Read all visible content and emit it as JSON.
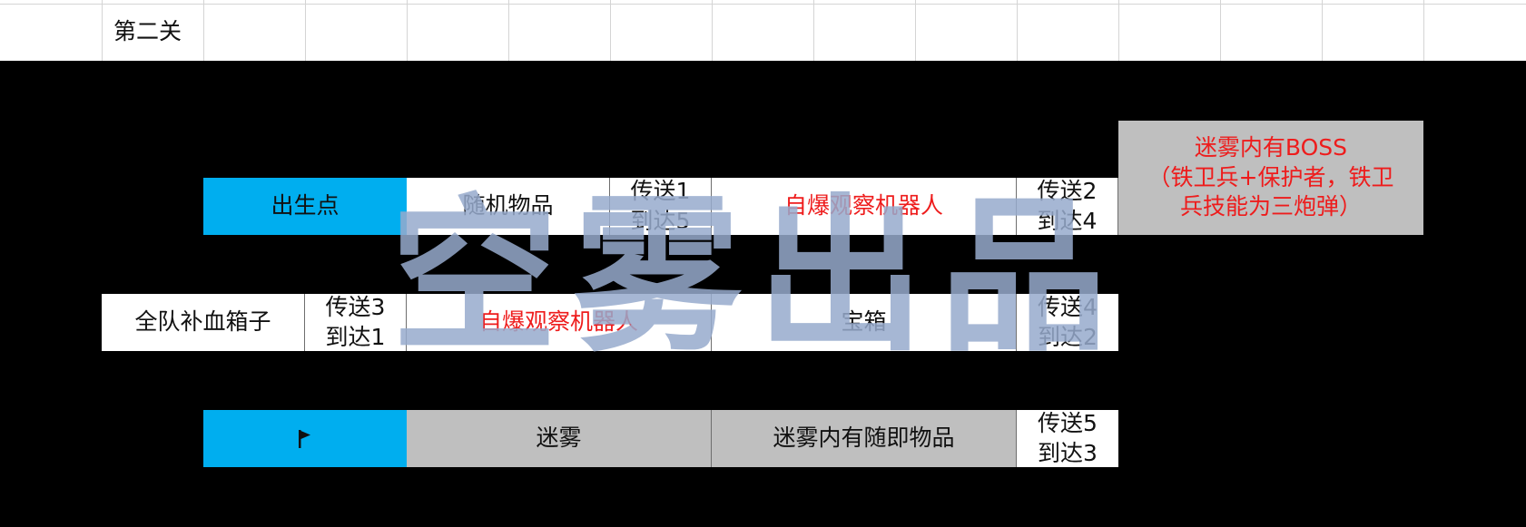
{
  "level_title": "第二关",
  "cells": {
    "spawn": "出生点",
    "random_item_1": "随机物品",
    "teleport1_a": "传送1",
    "teleport1_b": "到达5",
    "robot_1": "自爆观察机器人",
    "teleport2_a": "传送2",
    "teleport2_b": "到达4",
    "boss_1": "迷雾内有BOSS",
    "boss_2": "（铁卫兵+保护者，铁卫",
    "boss_3": "兵技能为三炮弹）",
    "heal_box": "全队补血箱子",
    "teleport3_a": "传送3",
    "teleport3_b": "到达1",
    "robot_2": "自爆观察机器人",
    "chest": "宝箱",
    "teleport4_a": "传送4",
    "teleport4_b": "到达2",
    "fog": "迷雾",
    "fog_items": "迷雾内有随即物品",
    "teleport5_a": "传送5",
    "teleport5_b": "到达3"
  },
  "watermark": [
    "空",
    "雾",
    "出",
    "品"
  ],
  "icons": {
    "goal": "flag-icon"
  },
  "colors": {
    "blue": "#00aeef",
    "gray": "#bfbfbf",
    "red_text": "#ee1c1c",
    "background": "#000000",
    "watermark": "#96aacd"
  }
}
